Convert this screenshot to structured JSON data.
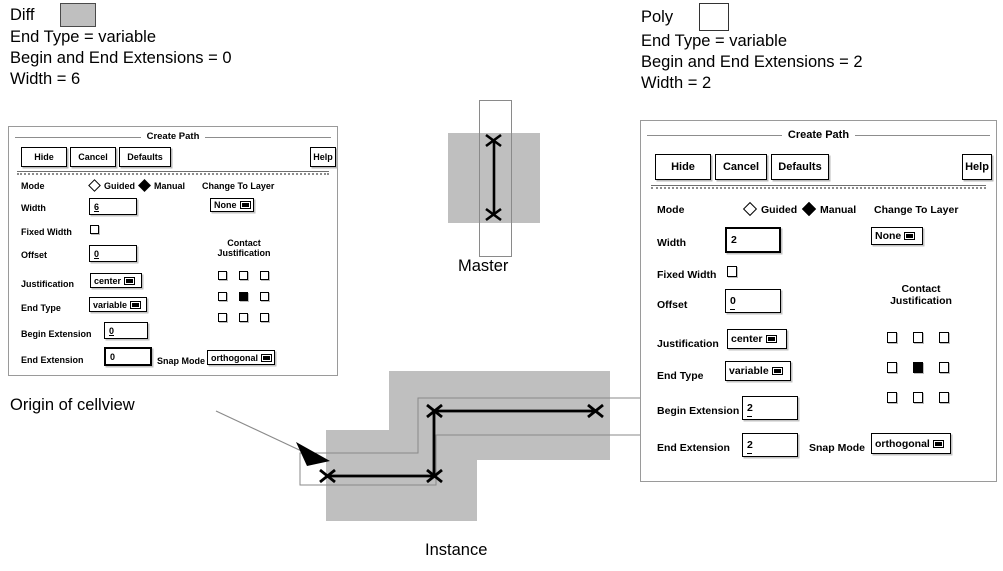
{
  "annotations": {
    "left": {
      "layer": "Diff",
      "swatch": "gray-filled-swatch",
      "lines": [
        "End Type = variable",
        "Begin and End Extensions = 0",
        "Width = 6"
      ]
    },
    "right": {
      "layer": "Poly",
      "swatch": "white-outline-swatch",
      "lines": [
        "End Type = variable",
        "Begin and End Extensions = 2",
        "Width = 2"
      ]
    }
  },
  "dialogs": [
    {
      "id": "diff",
      "title": "Create Path",
      "buttons": {
        "hide": "Hide",
        "cancel": "Cancel",
        "defaults": "Defaults",
        "help": "Help"
      },
      "mode": {
        "label": "Mode",
        "guided": "Guided",
        "manual": "Manual",
        "selected": "Manual"
      },
      "change_to_layer": {
        "label": "Change To Layer",
        "value": "None"
      },
      "fields": {
        "width": {
          "label": "Width",
          "value": "6"
        },
        "fixed_width": {
          "label": "Fixed Width",
          "checked": false
        },
        "offset": {
          "label": "Offset",
          "value": "0"
        },
        "justification": {
          "label": "Justification",
          "value": "center"
        },
        "end_type": {
          "label": "End Type",
          "value": "variable"
        },
        "begin_extension": {
          "label": "Begin Extension",
          "value": "0"
        },
        "end_extension": {
          "label": "End Extension",
          "value": "0"
        },
        "snap_mode": {
          "label": "Snap Mode",
          "value": "orthogonal"
        }
      },
      "contact_justification": {
        "label_line1": "Contact",
        "label_line2": "Justification",
        "selected_cell": 4
      }
    },
    {
      "id": "poly",
      "title": "Create Path",
      "buttons": {
        "hide": "Hide",
        "cancel": "Cancel",
        "defaults": "Defaults",
        "help": "Help"
      },
      "mode": {
        "label": "Mode",
        "guided": "Guided",
        "manual": "Manual",
        "selected": "Manual"
      },
      "change_to_layer": {
        "label": "Change To Layer",
        "value": "None"
      },
      "fields": {
        "width": {
          "label": "Width",
          "value": "2"
        },
        "fixed_width": {
          "label": "Fixed Width",
          "checked": false
        },
        "offset": {
          "label": "Offset",
          "value": "0"
        },
        "justification": {
          "label": "Justification",
          "value": "center"
        },
        "end_type": {
          "label": "End Type",
          "value": "variable"
        },
        "begin_extension": {
          "label": "Begin Extension",
          "value": "2"
        },
        "end_extension": {
          "label": "End Extension",
          "value": "2"
        },
        "snap_mode": {
          "label": "Snap Mode",
          "value": "orthogonal"
        }
      },
      "contact_justification": {
        "label_line1": "Contact",
        "label_line2": "Justification",
        "selected_cell": 4
      }
    }
  ],
  "figures": {
    "master_caption": "Master",
    "instance_caption": "Instance",
    "origin_label": "Origin of cellview"
  },
  "colors": {
    "diff_fill": "#bfbfbf",
    "poly_outline": "#8a8a8a",
    "path_stroke": "#000000",
    "leader_line": "#8a8a8a"
  }
}
